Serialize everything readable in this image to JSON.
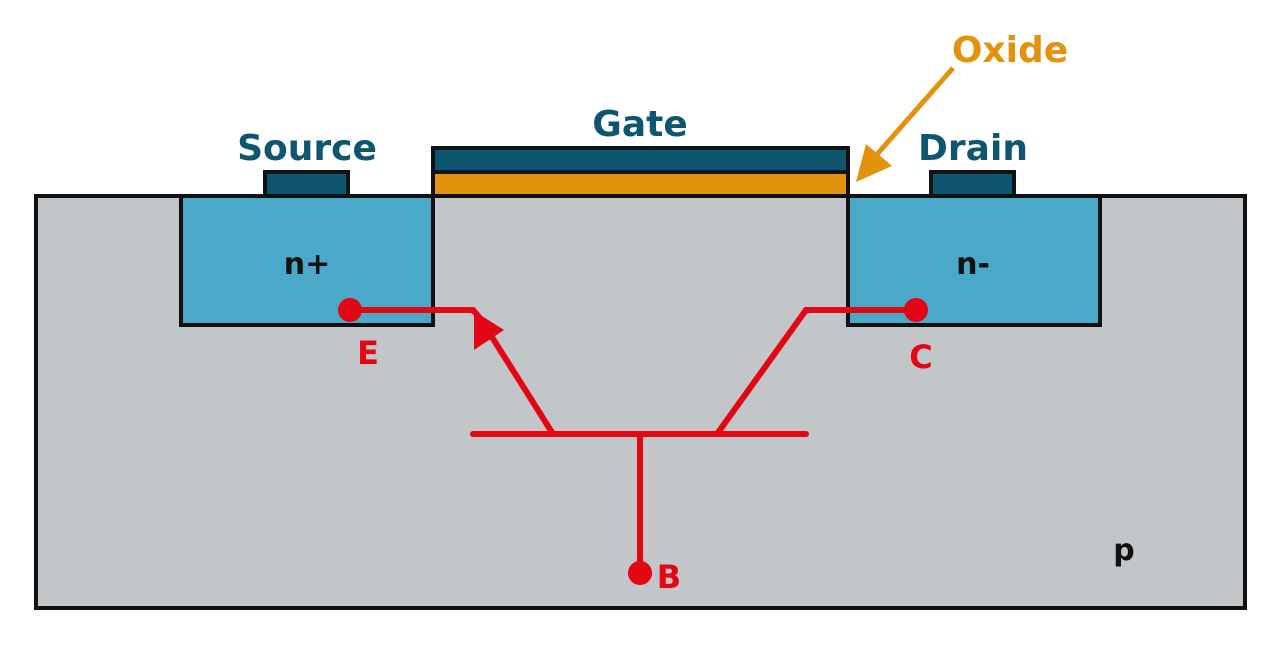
{
  "title": "MOSFET cross-section with parasitic bipolar transistor",
  "colors": {
    "substrate": "#c3c6c8",
    "diffusion": "#4aa9c8",
    "contact": "#0e5670",
    "oxide": "#e3920b",
    "transistor": "#e30613",
    "outline": "#111111"
  },
  "labels": {
    "source": "Source",
    "gate": "Gate",
    "drain": "Drain",
    "oxide": "Oxide",
    "n_plus": "n+",
    "n_minus": "n-",
    "substrate": "p",
    "emitter": "E",
    "collector": "C",
    "base": "B"
  }
}
